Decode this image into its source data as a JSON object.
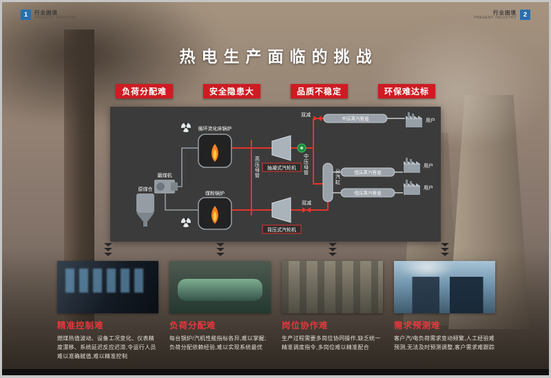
{
  "colors": {
    "accent_red": "#cf1b22",
    "panel_bg": "#3b3b3b",
    "badge_blue": "#2a6fad"
  },
  "header": {
    "left": {
      "number": "1",
      "title": "行业困境",
      "subtitle": "PRESENT INDUSTRY"
    },
    "right": {
      "number": "2",
      "title": "行业困境",
      "subtitle": "PRESENT INDUSTRY"
    }
  },
  "title": "热电生产面临的挑战",
  "tags": [
    "负荷分配难",
    "安全隐患大",
    "品质不稳定",
    "环保难达标"
  ],
  "diagram": {
    "cfb_boiler": "循环流化床锅炉",
    "pc_boiler": "煤粉锅炉",
    "coal_mill": "磨煤机",
    "coal_bunker": "原煤仓",
    "turbine_extraction": "抽凝式汽轮机",
    "turbine_backpressure": "背压式汽轮机",
    "hp_header": "高压母管",
    "mp_header": "中压母管",
    "steam_cylinder": "分汽缸",
    "reducer_top": "双减",
    "reducer_bottom": "双减",
    "mp_steam_pipe": "中压蒸汽管道",
    "lp_steam_pipe_1": "低压蒸汽管道",
    "lp_steam_pipe_2": "低压蒸汽管道",
    "user_1": "用户",
    "user_2": "用户",
    "user_3": "用户"
  },
  "sections": [
    {
      "title": "精准控制难",
      "desc": "燃煤热值波动、设备工况变化、仪表精度漂移、系统延迟反应迟滞,令运行人员难以准确赋值,难以精准控制"
    },
    {
      "title": "负荷分配难",
      "desc": "每台锅炉/汽机性能指标各异,难以掌握;负荷分配依赖经验,难以实现系统最优"
    },
    {
      "title": "岗位协作难",
      "desc": "生产过程需要多岗位协同操作,缺乏统一精准调度指令,多岗位难以精准配合"
    },
    {
      "title": "需求预测难",
      "desc": "客户汽/电负荷需求变动频繁,人工经验难预测,无法及时预测调整,客户需求难跟踪"
    }
  ]
}
